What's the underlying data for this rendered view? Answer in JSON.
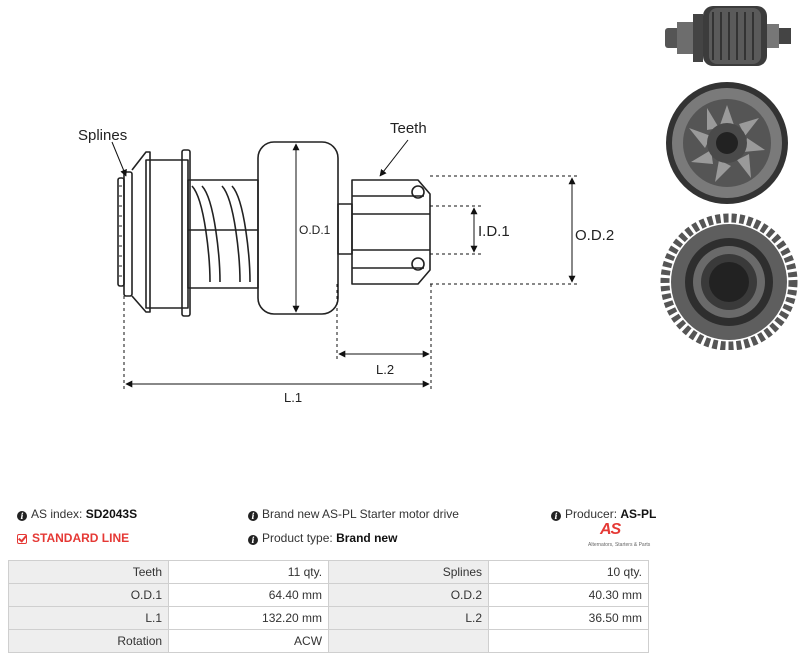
{
  "diagram": {
    "labels": {
      "splines": "Splines",
      "teeth": "Teeth",
      "od1": "O.D.1",
      "id1": "I.D.1",
      "od2": "O.D.2",
      "l2": "L.2",
      "l1": "L.1"
    }
  },
  "info": {
    "as_index_label": "AS index:",
    "as_index_value": "SD2043S",
    "standard_line": "STANDARD LINE",
    "description": "Brand new AS-PL Starter motor drive",
    "product_type_label": "Product type:",
    "product_type_value": "Brand new",
    "producer_label": "Producer:",
    "producer_value": "AS-PL"
  },
  "logo": {
    "mark": "AS",
    "tagline": "Alternators, Starters & Parts"
  },
  "specs": {
    "rows": [
      {
        "l1": "Teeth",
        "v1": "11 qty.",
        "l2": "Splines",
        "v2": "10 qty."
      },
      {
        "l1": "O.D.1",
        "v1": "64.40 mm",
        "l2": "O.D.2",
        "v2": "40.30 mm"
      },
      {
        "l1": "L.1",
        "v1": "132.20 mm",
        "l2": "L.2",
        "v2": "36.50 mm"
      },
      {
        "l1": "Rotation",
        "v1": "ACW",
        "l2": "",
        "v2": ""
      }
    ]
  },
  "colors": {
    "accent": "#e53935",
    "table_label_bg": "#eeeeee",
    "border": "#cfcfcf"
  }
}
